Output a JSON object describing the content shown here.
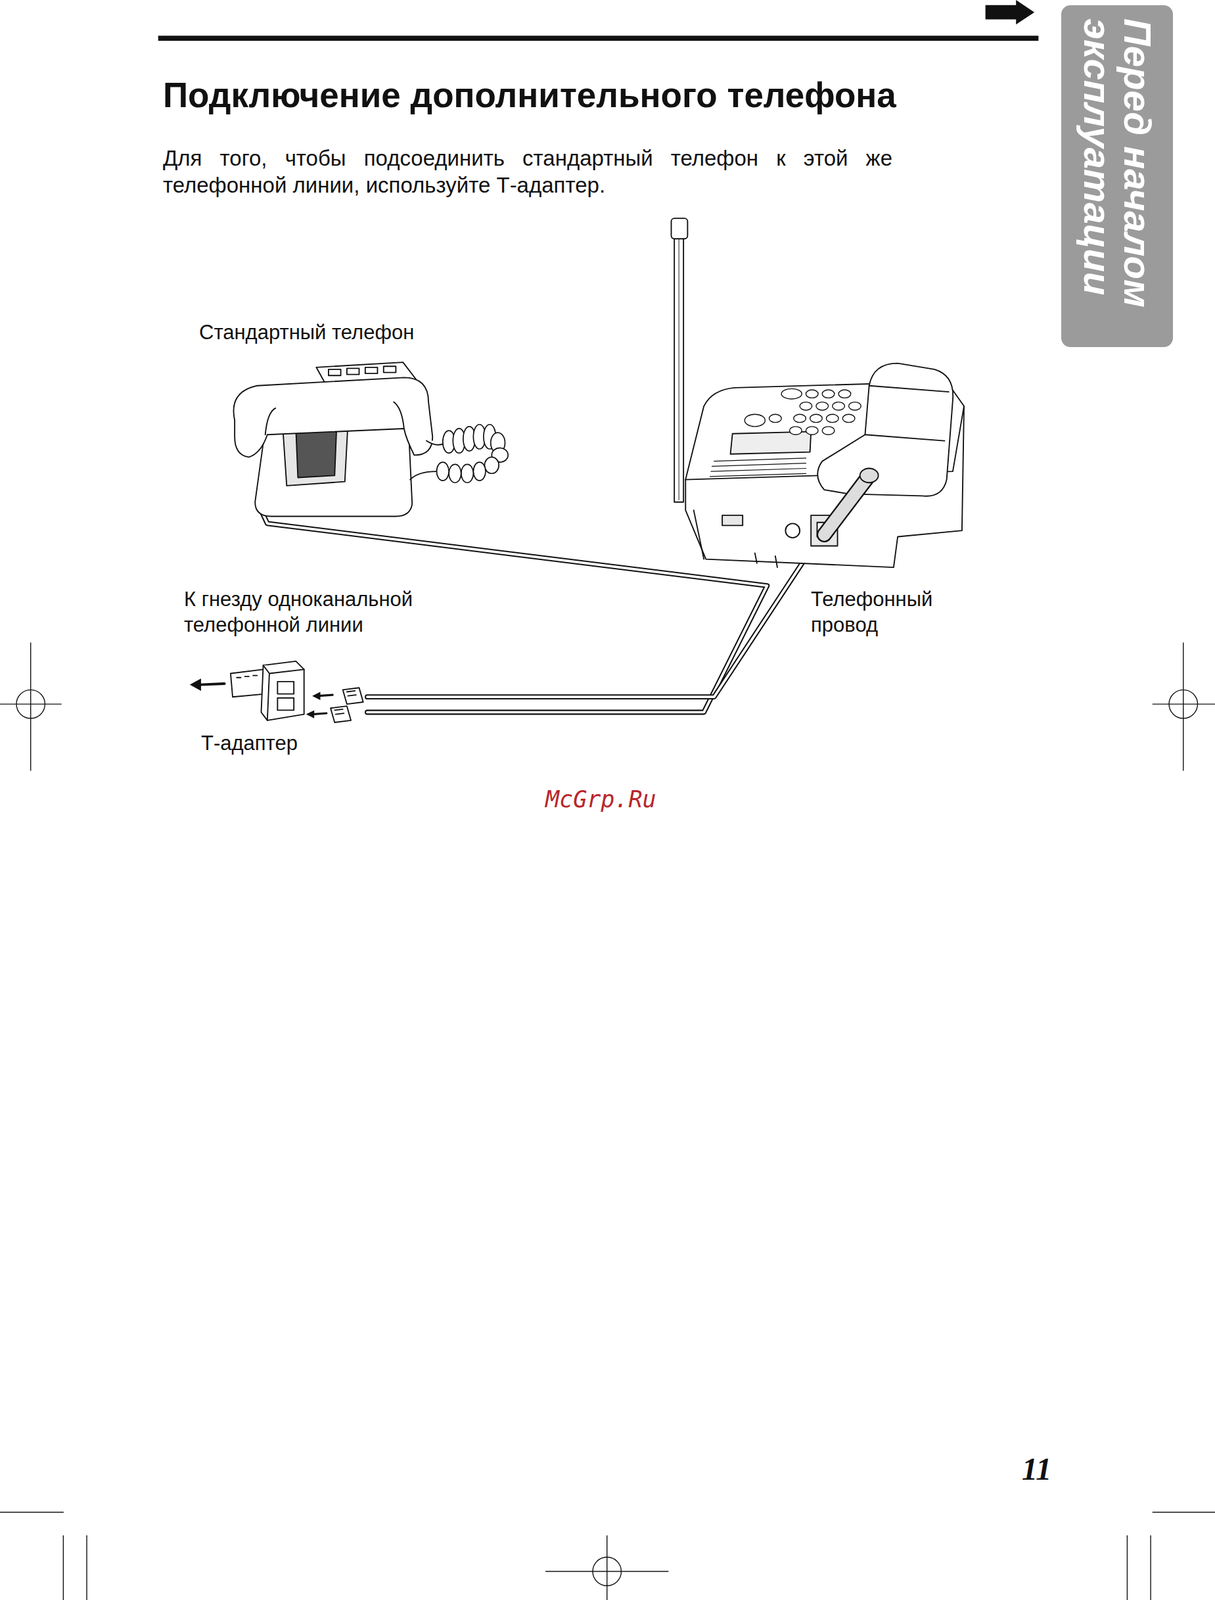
{
  "diagram": {
    "title": "Подключение дополнительного телефона",
    "nodes": [
      {
        "text": [
          "Перед началом эксплуатации"
        ]
      }
    ],
    "labels": [
      "Для того, чтобы подсоединить стандартный телефон к этой же телефонной линии, используйте Т-адаптер.",
      "Стандартный телефон",
      "К гнезду одноканальной телефонной линии",
      "Телефонный провод",
      "Т-адаптер",
      "McGrp.Ru",
      "11"
    ]
  }
}
